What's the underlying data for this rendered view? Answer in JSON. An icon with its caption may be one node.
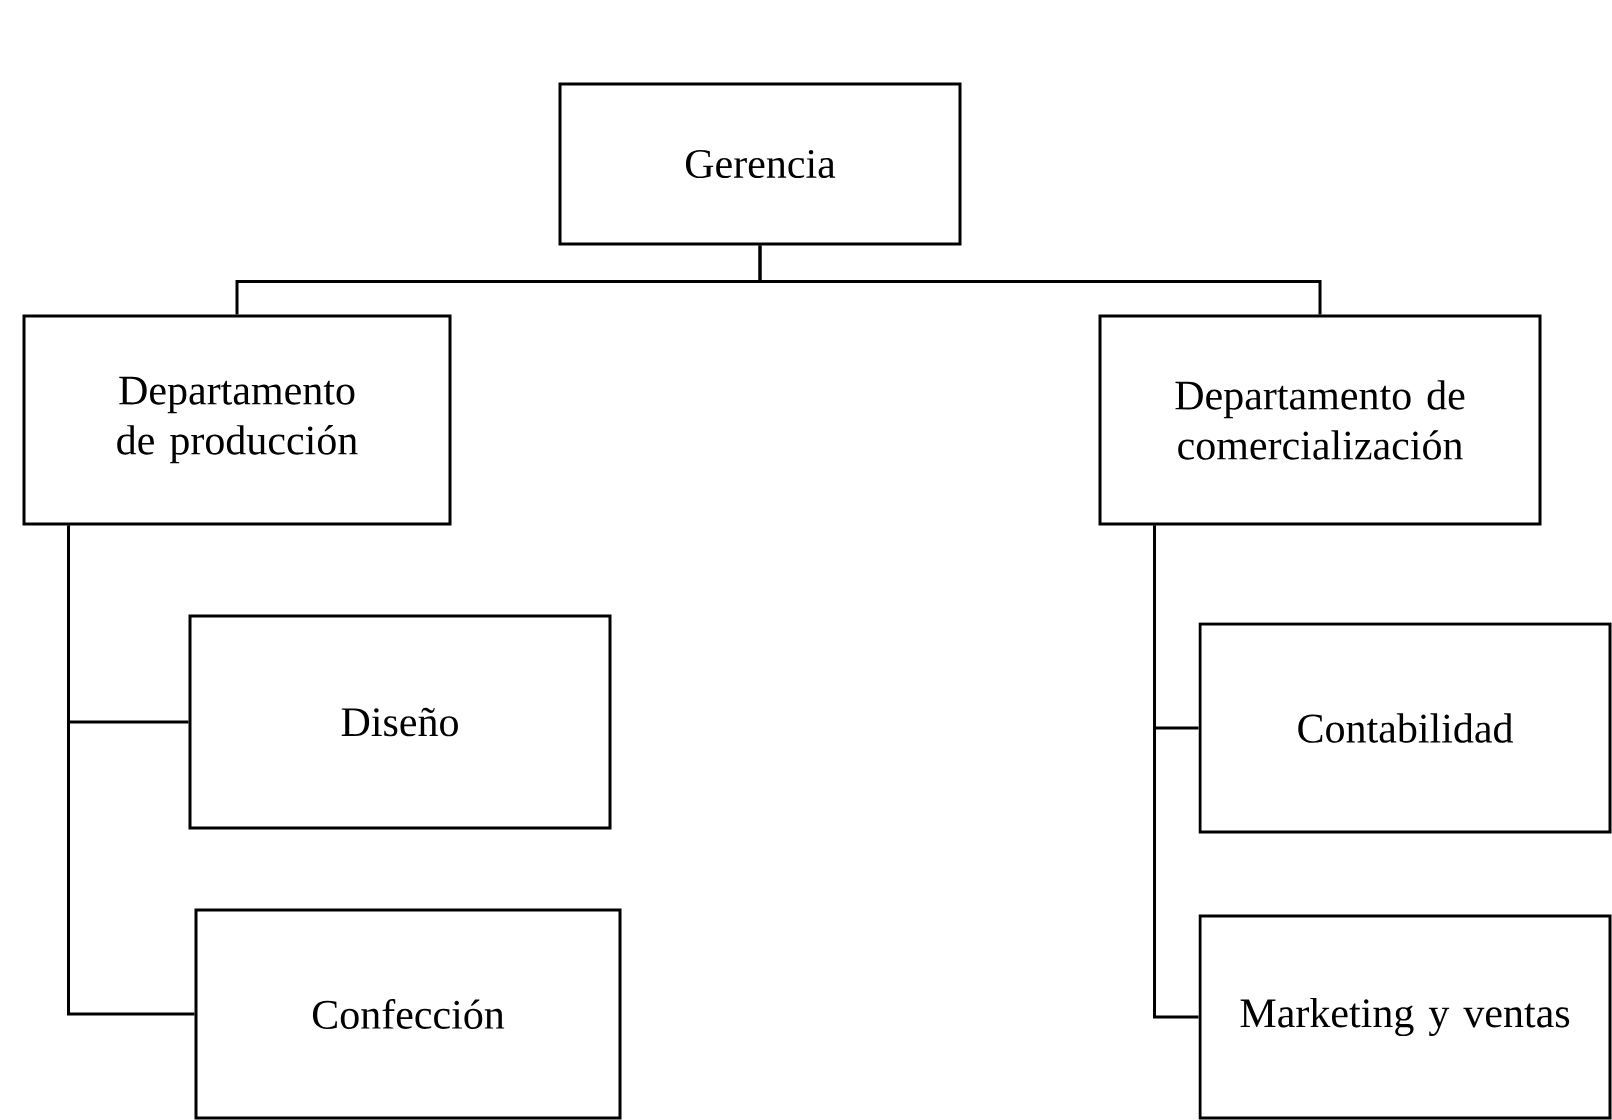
{
  "diagram": {
    "nodes": [
      {
        "text": [
          "Gerencia"
        ]
      },
      {
        "text": [
          "Departamento de producción"
        ]
      },
      {
        "text": [
          "Departamento de comercialización"
        ]
      },
      {
        "text": [
          "Diseño"
        ]
      },
      {
        "text": [
          "Confección"
        ]
      },
      {
        "text": [
          "Contabilidad"
        ]
      },
      {
        "text": [
          "Marketing y ventas"
        ]
      }
    ],
    "edges": [
      {
        "from": 0,
        "to": 1,
        "arrow": "none"
      },
      {
        "from": 0,
        "to": 2,
        "arrow": "none"
      },
      {
        "from": 1,
        "to": 3,
        "arrow": "none"
      },
      {
        "from": 1,
        "to": 4,
        "arrow": "none"
      },
      {
        "from": 2,
        "to": 5,
        "arrow": "none"
      },
      {
        "from": 2,
        "to": 6,
        "arrow": "none"
      }
    ]
  }
}
